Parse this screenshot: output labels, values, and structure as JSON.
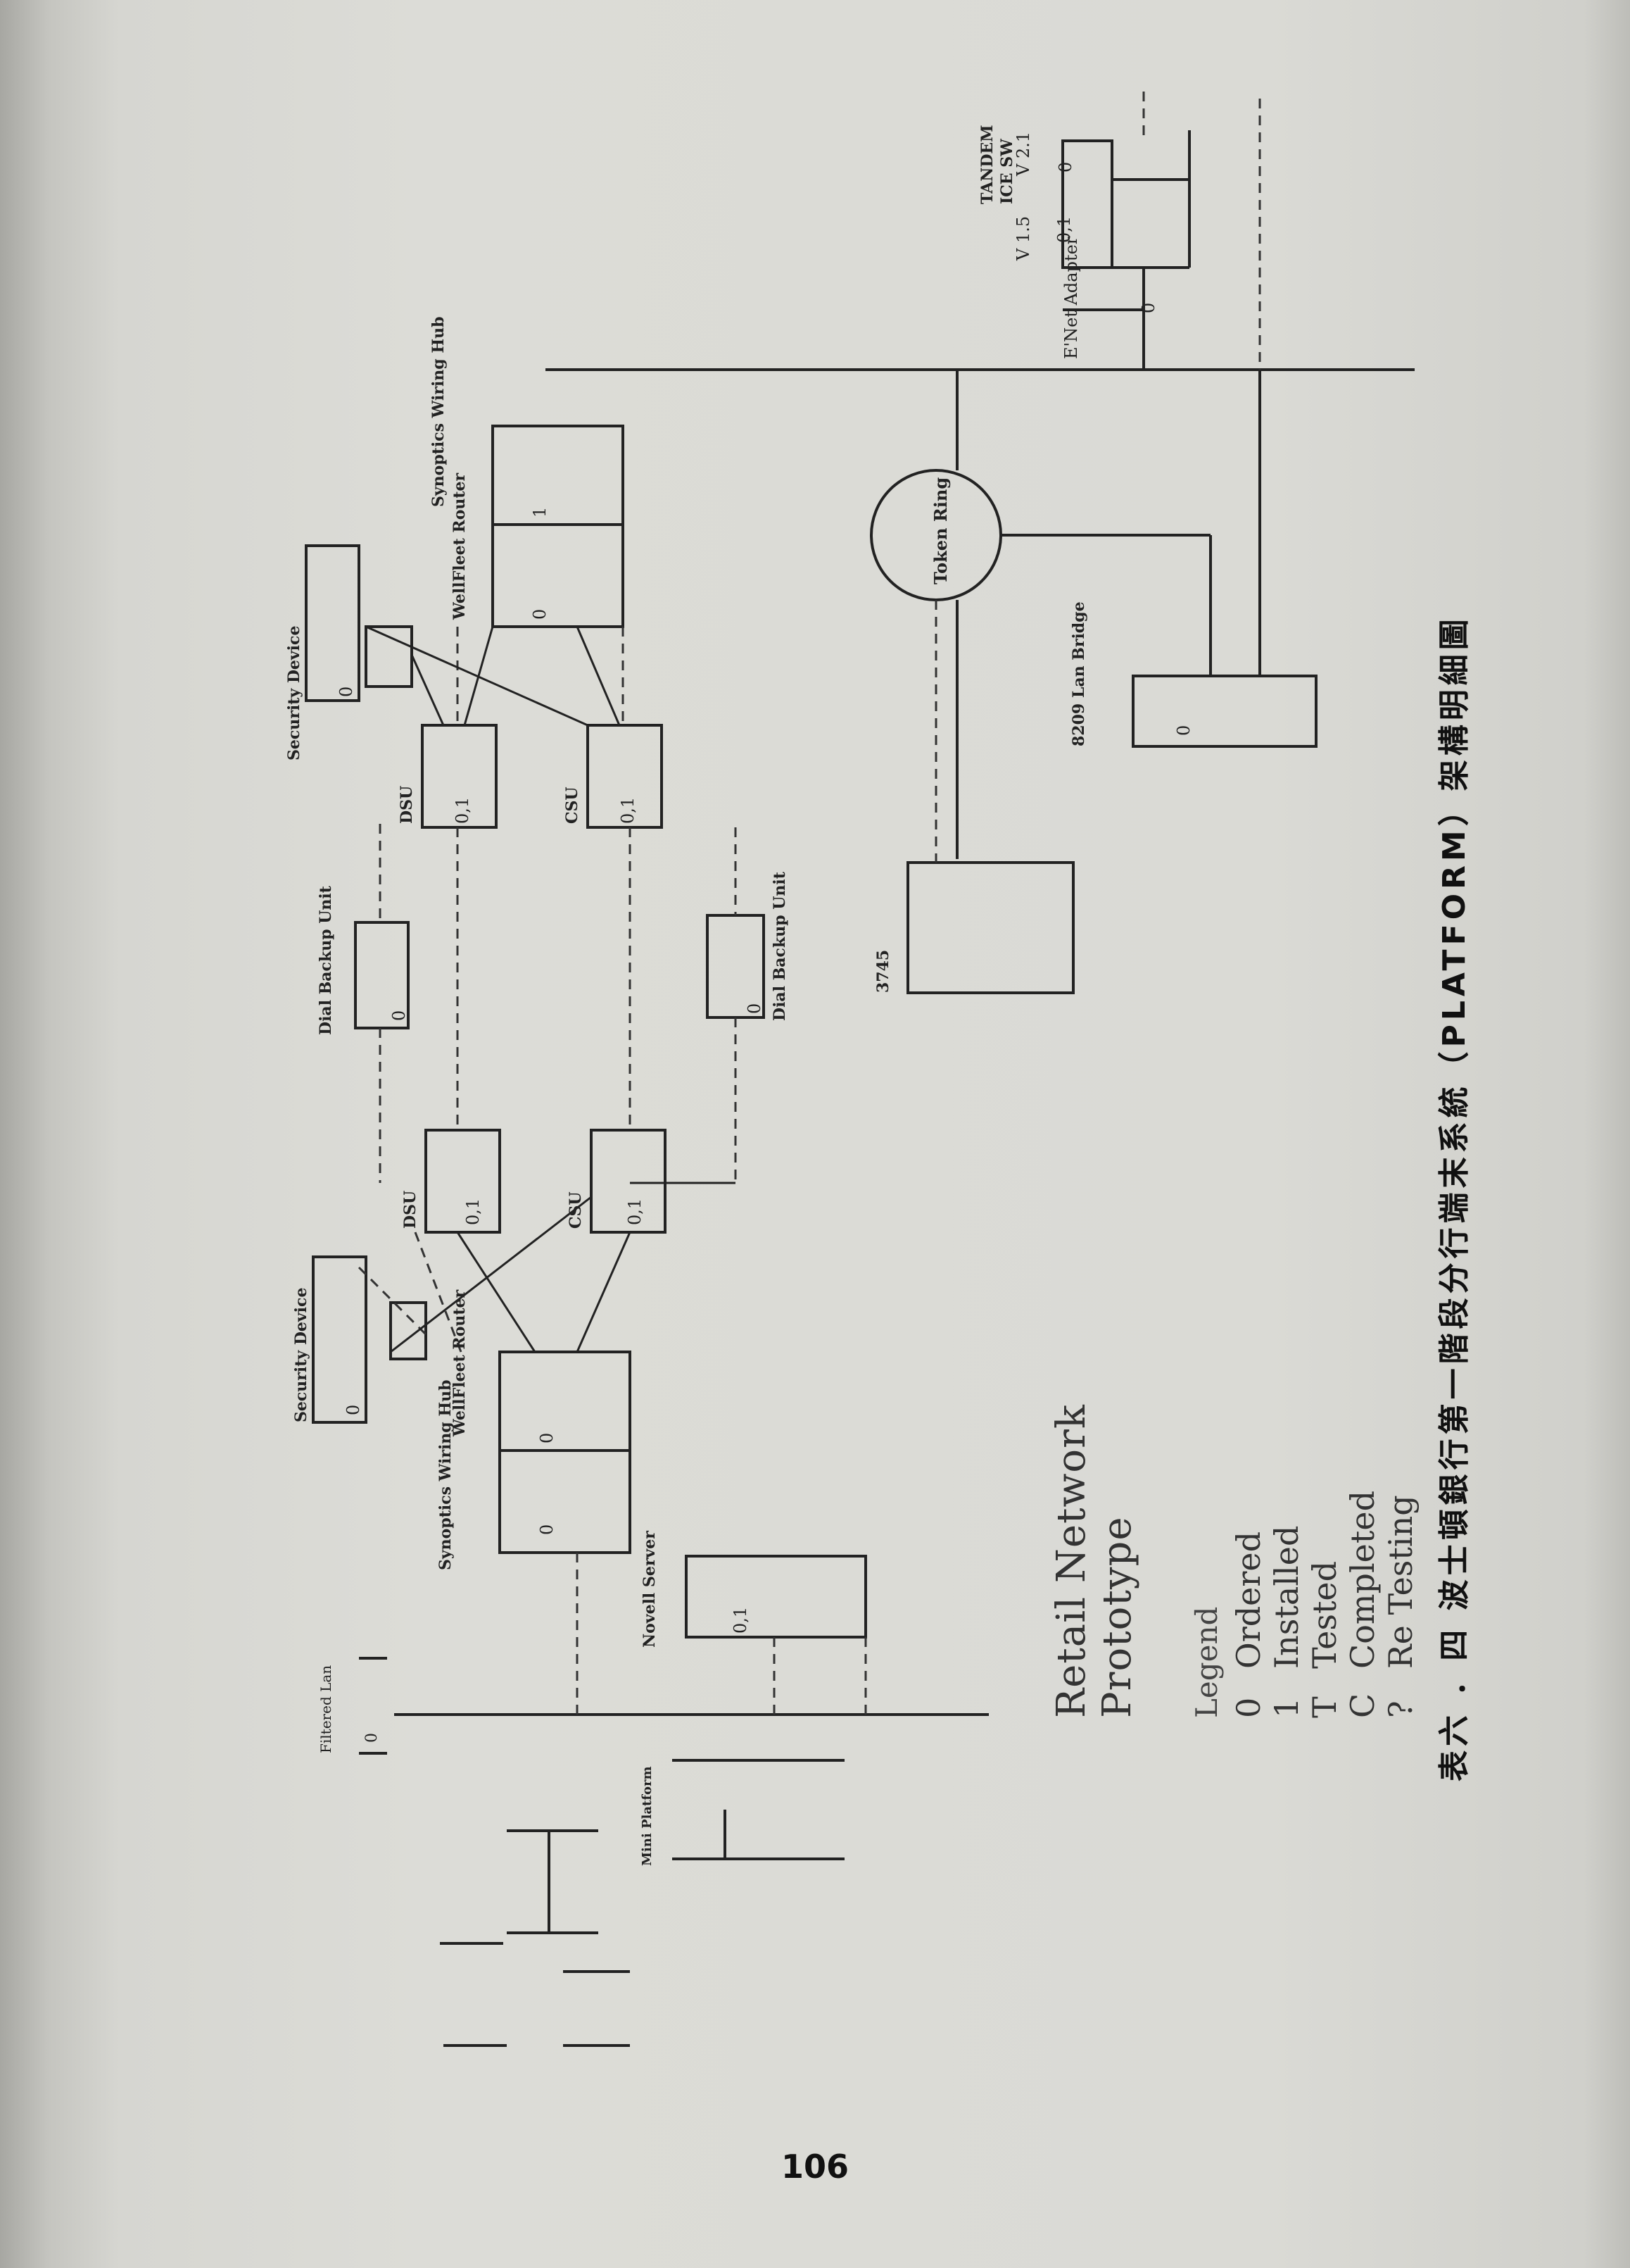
{
  "labels": {
    "tandem": "TANDEM",
    "ice_sw": "ICE SW",
    "v15": "V 1.5",
    "v21": "V 2.1",
    "enet_adapter": "E'Net Adapter",
    "token_ring": "Token Ring",
    "lan_bridge": "8209 Lan Bridge",
    "b3745": "3745",
    "security_device": "Security Device",
    "dsu": "DSU",
    "csu": "CSU",
    "wellfleet_router": "WellFleet Router",
    "synoptics_hub": "Synoptics Wiring Hub",
    "dial_backup_unit": "Dial Backup Unit",
    "novell_server": "Novell Server",
    "mini_platform": "Mini Platform",
    "filtered_lan": "Filtered Lan",
    "s_01": "0,1",
    "s_0": "0",
    "s_1": "1"
  },
  "legend": {
    "title": "Retail Network Prototype",
    "heading": "Legend",
    "items": [
      {
        "code": "0",
        "text": "Ordered"
      },
      {
        "code": "1",
        "text": "Installed"
      },
      {
        "code": "T",
        "text": "Tested"
      },
      {
        "code": "C",
        "text": "Completed"
      },
      {
        "code": "?",
        "text": "Re Testing"
      }
    ]
  },
  "caption": "表六 ．四 波士頓銀行第一階段分行端末系統（PLATFORM）架構明細圖",
  "page_number": "106"
}
